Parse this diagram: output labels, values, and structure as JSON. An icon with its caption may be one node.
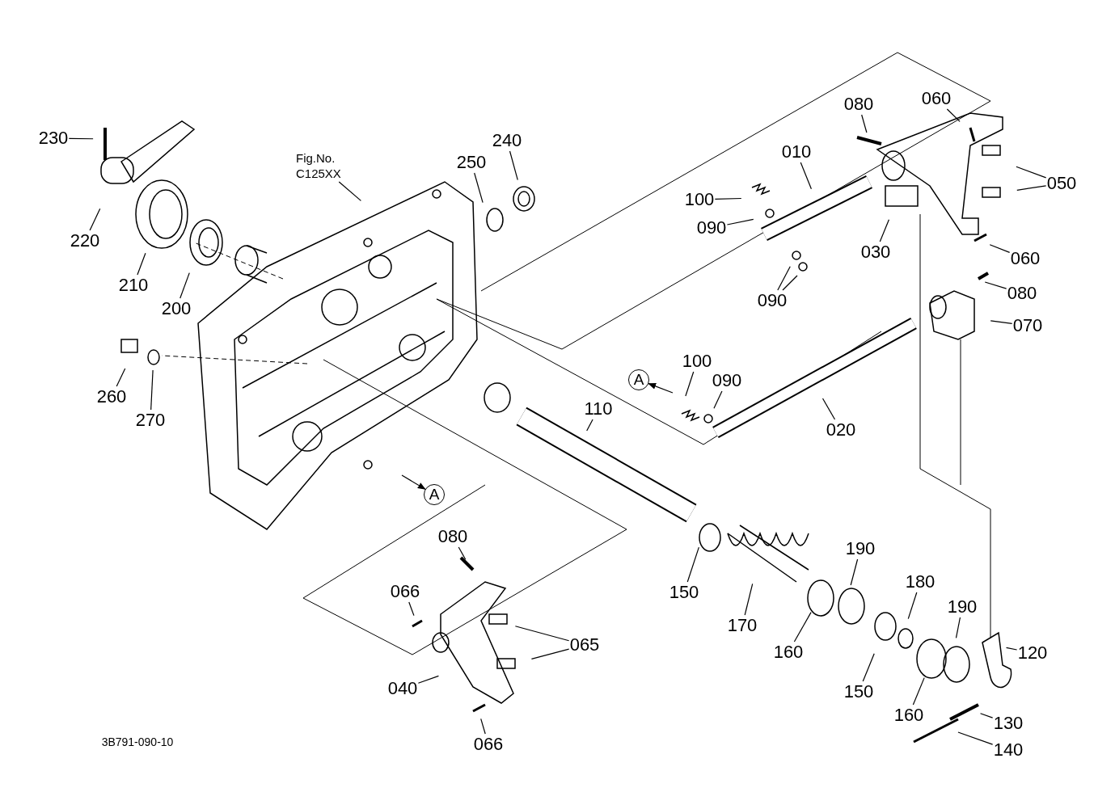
{
  "diagram": {
    "nodes": [
      {
        "text": [
          "230"
        ]
      },
      {
        "text": [
          "220"
        ]
      },
      {
        "text": [
          "210"
        ]
      },
      {
        "text": [
          "200"
        ]
      },
      {
        "text": [
          "Fig.No. C125XX"
        ]
      },
      {
        "text": [
          "250"
        ]
      },
      {
        "text": [
          "240"
        ]
      },
      {
        "text": [
          "080"
        ]
      },
      {
        "text": [
          "060"
        ]
      },
      {
        "text": [
          "010"
        ]
      },
      {
        "text": [
          "100"
        ]
      },
      {
        "text": [
          "090"
        ]
      },
      {
        "text": [
          "050"
        ]
      },
      {
        "text": [
          "030"
        ]
      },
      {
        "text": [
          "060"
        ]
      },
      {
        "text": [
          "090"
        ]
      },
      {
        "text": [
          "080"
        ]
      },
      {
        "text": [
          "070"
        ]
      },
      {
        "text": [
          "260"
        ]
      },
      {
        "text": [
          "270"
        ]
      },
      {
        "text": [
          "A"
        ]
      },
      {
        "text": [
          "100"
        ]
      },
      {
        "text": [
          "090"
        ]
      },
      {
        "text": [
          "020"
        ]
      },
      {
        "text": [
          "110"
        ]
      },
      {
        "text": [
          "A"
        ]
      },
      {
        "text": [
          "080"
        ]
      },
      {
        "text": [
          "066"
        ]
      },
      {
        "text": [
          "065"
        ]
      },
      {
        "text": [
          "040"
        ]
      },
      {
        "text": [
          "066"
        ]
      },
      {
        "text": [
          "150"
        ]
      },
      {
        "text": [
          "170"
        ]
      },
      {
        "text": [
          "160"
        ]
      },
      {
        "text": [
          "190"
        ]
      },
      {
        "text": [
          "180"
        ]
      },
      {
        "text": [
          "150"
        ]
      },
      {
        "text": [
          "160"
        ]
      },
      {
        "text": [
          "190"
        ]
      },
      {
        "text": [
          "120"
        ]
      },
      {
        "text": [
          "130"
        ]
      },
      {
        "text": [
          "140"
        ]
      }
    ],
    "edges": [
      {
        "from": 0,
        "to": null,
        "arrow": "none"
      },
      {
        "from": 1,
        "to": null,
        "arrow": "none"
      },
      {
        "from": 2,
        "to": null,
        "arrow": "none"
      },
      {
        "from": 3,
        "to": null,
        "arrow": "none"
      },
      {
        "from": 4,
        "to": null,
        "arrow": "none"
      },
      {
        "from": 5,
        "to": null,
        "arrow": "none"
      },
      {
        "from": 6,
        "to": null,
        "arrow": "none"
      },
      {
        "from": 7,
        "to": null,
        "arrow": "none"
      },
      {
        "from": 8,
        "to": null,
        "arrow": "none"
      },
      {
        "from": 9,
        "to": null,
        "arrow": "none"
      },
      {
        "from": 10,
        "to": null,
        "arrow": "none"
      },
      {
        "from": 11,
        "to": null,
        "arrow": "none"
      },
      {
        "from": 12,
        "to": null,
        "arrow": "none"
      },
      {
        "from": 12,
        "to": null,
        "arrow": "none"
      },
      {
        "from": 13,
        "to": null,
        "arrow": "none"
      },
      {
        "from": 14,
        "to": null,
        "arrow": "none"
      },
      {
        "from": 15,
        "to": null,
        "arrow": "none"
      },
      {
        "from": 15,
        "to": null,
        "arrow": "none"
      },
      {
        "from": 16,
        "to": null,
        "arrow": "none"
      },
      {
        "from": 17,
        "to": null,
        "arrow": "none"
      },
      {
        "from": 18,
        "to": null,
        "arrow": "none"
      },
      {
        "from": 19,
        "to": null,
        "arrow": "none"
      },
      {
        "from": null,
        "to": 20,
        "arrow": "to"
      },
      {
        "from": 21,
        "to": null,
        "arrow": "none"
      },
      {
        "from": 22,
        "to": null,
        "arrow": "none"
      },
      {
        "from": 23,
        "to": null,
        "arrow": "none"
      },
      {
        "from": 24,
        "to": null,
        "arrow": "none"
      },
      {
        "from": null,
        "to": 25,
        "arrow": "to"
      },
      {
        "from": 26,
        "to": null,
        "arrow": "none"
      },
      {
        "from": 27,
        "to": null,
        "arrow": "none"
      },
      {
        "from": 28,
        "to": null,
        "arrow": "none"
      },
      {
        "from": 28,
        "to": null,
        "arrow": "none"
      },
      {
        "from": 29,
        "to": null,
        "arrow": "none"
      },
      {
        "from": 30,
        "to": null,
        "arrow": "none"
      },
      {
        "from": 31,
        "to": null,
        "arrow": "none"
      },
      {
        "from": 32,
        "to": null,
        "arrow": "none"
      },
      {
        "from": 33,
        "to": null,
        "arrow": "none"
      },
      {
        "from": 34,
        "to": null,
        "arrow": "none"
      },
      {
        "from": 35,
        "to": null,
        "arrow": "none"
      },
      {
        "from": 36,
        "to": null,
        "arrow": "none"
      },
      {
        "from": 37,
        "to": null,
        "arrow": "none"
      },
      {
        "from": 38,
        "to": null,
        "arrow": "none"
      },
      {
        "from": 39,
        "to": null,
        "arrow": "none"
      },
      {
        "from": 40,
        "to": null,
        "arrow": "none"
      },
      {
        "from": 41,
        "to": null,
        "arrow": "none"
      }
    ],
    "labels": [
      "3B791-090-10"
    ]
  }
}
